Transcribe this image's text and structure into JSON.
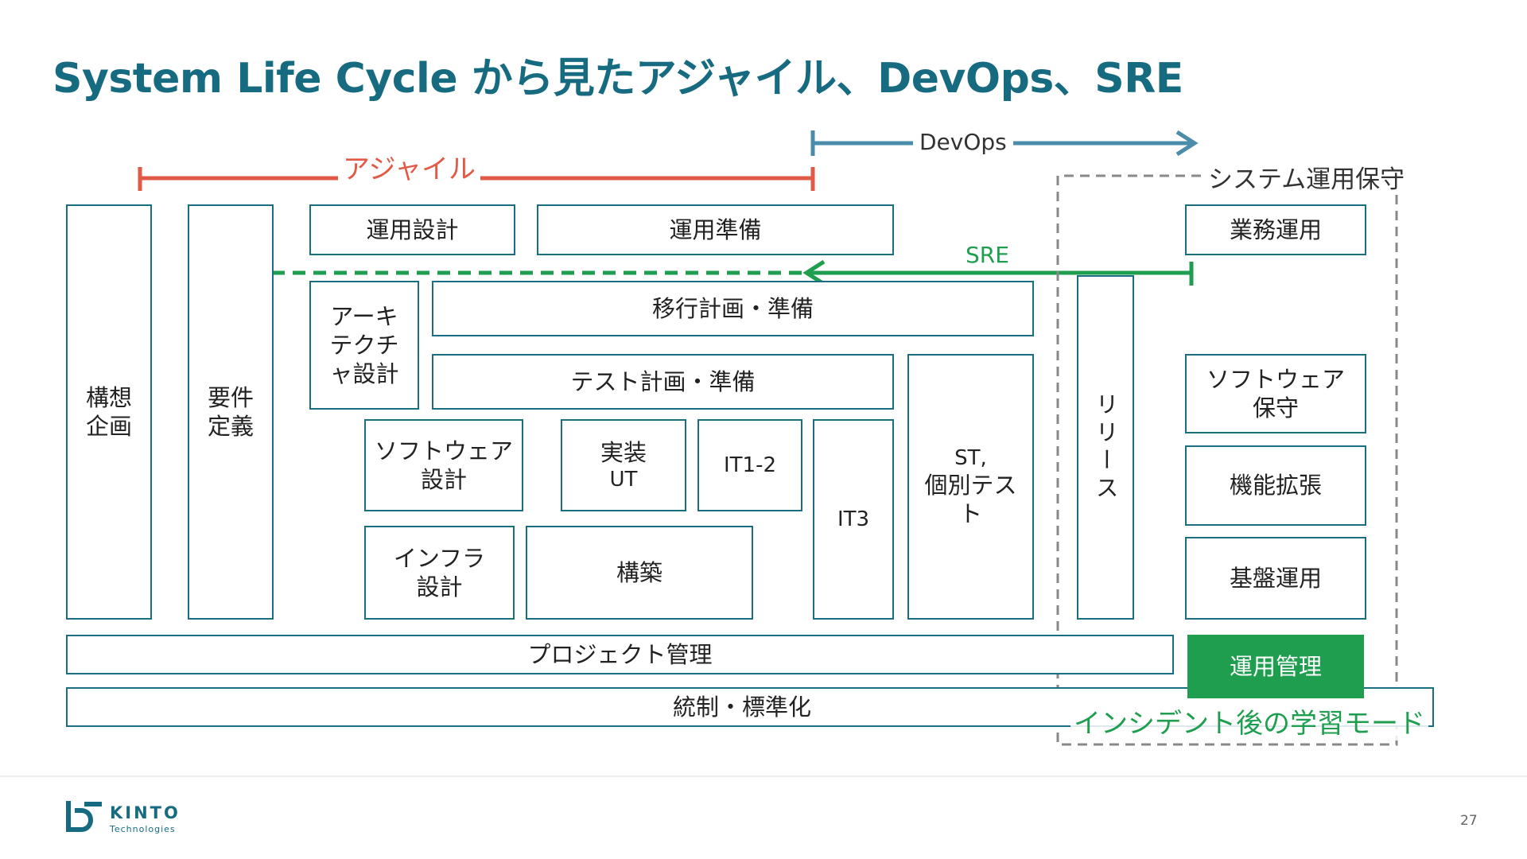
{
  "slide": {
    "title": "System Life Cycle から見たアジャイル、DevOps、SRE",
    "page_number": "27"
  },
  "phases": {
    "agile": "アジャイル",
    "devops": "DevOps",
    "sre": "SRE",
    "system_ops": "システム運用保守",
    "incident": "インシデント後の学習モード"
  },
  "boxes": {
    "kousou": [
      "構想",
      "企画"
    ],
    "youken": [
      "要件",
      "定義"
    ],
    "unyou_sekkei": "運用設計",
    "unyou_junbi": "運用準備",
    "arch": [
      "アーキ",
      "テクチ",
      "ャ設計"
    ],
    "ikou": "移行計画・準備",
    "test_plan": "テスト計画・準備",
    "sw_design": [
      "ソフトウェア",
      "設計"
    ],
    "jisou": [
      "実装",
      "UT"
    ],
    "it12": "IT1-2",
    "it3": "IT3",
    "st": [
      "ST,",
      "個別テス",
      "ト"
    ],
    "release": "リリース",
    "infra": [
      "インフラ",
      "設計"
    ],
    "kouchiku": "構築",
    "gyomu": "業務運用",
    "sw_hosyu": [
      "ソフトウェア",
      "保守"
    ],
    "kinou": "機能拡張",
    "kiban": "基盤運用",
    "pm": "プロジェクト管理",
    "unyou_kanri": "運用管理",
    "tousei": "統制・標準化"
  },
  "logo": {
    "name": "KINTO",
    "sub": "Technologies"
  },
  "colors": {
    "primary": "#176b80",
    "agile": "#e05a45",
    "devops": "#4b8caa",
    "sre": "#1e9e4e",
    "dashed": "#888888"
  }
}
